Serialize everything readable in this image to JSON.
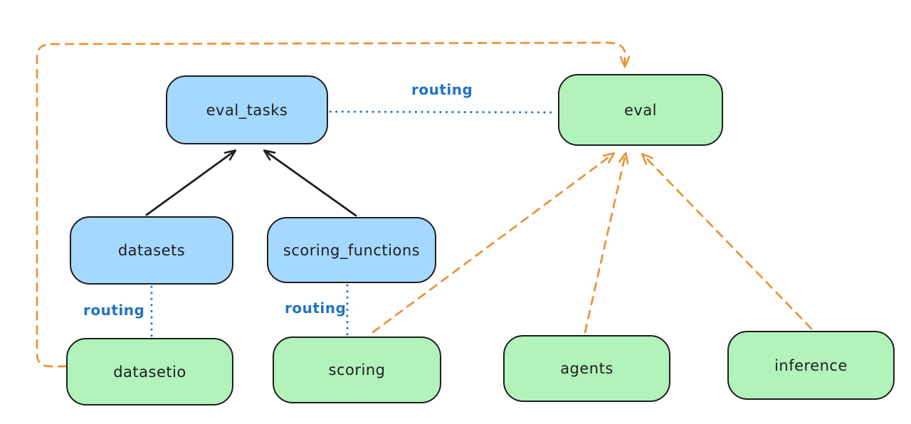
{
  "colors": {
    "background": "#ffffff",
    "node_stroke": "#1e1e1e",
    "blue_fill": "#a5d8ff",
    "green_fill": "#b2f2bb",
    "routing_blue": "#2173c4",
    "orange": "#eb9234"
  },
  "nodes": {
    "eval_tasks": {
      "label": "eval_tasks",
      "fill": "blue"
    },
    "eval": {
      "label": "eval",
      "fill": "green"
    },
    "datasets": {
      "label": "datasets",
      "fill": "blue"
    },
    "scoring_functions": {
      "label": "scoring_functions",
      "fill": "blue"
    },
    "datasetio": {
      "label": "datasetio",
      "fill": "green"
    },
    "scoring": {
      "label": "scoring",
      "fill": "green"
    },
    "agents": {
      "label": "agents",
      "fill": "green"
    },
    "inference": {
      "label": "inference",
      "fill": "green"
    }
  },
  "edges": [
    {
      "from": "datasets",
      "to": "eval_tasks",
      "style": "solid-arrow",
      "color": "black"
    },
    {
      "from": "scoring_functions",
      "to": "eval_tasks",
      "style": "solid-arrow",
      "color": "black"
    },
    {
      "from": "eval_tasks",
      "to": "eval",
      "style": "dotted-line",
      "color": "blue",
      "label": "routing"
    },
    {
      "from": "datasets",
      "to": "datasetio",
      "style": "dotted-line",
      "color": "blue",
      "label": "routing"
    },
    {
      "from": "scoring_functions",
      "to": "scoring",
      "style": "dotted-line",
      "color": "blue",
      "label": "routing"
    },
    {
      "from": "datasetio",
      "to": "eval",
      "style": "dashed-arrow",
      "color": "orange"
    },
    {
      "from": "scoring",
      "to": "eval",
      "style": "dashed-arrow",
      "color": "orange"
    },
    {
      "from": "agents",
      "to": "eval",
      "style": "dashed-arrow",
      "color": "orange"
    },
    {
      "from": "inference",
      "to": "eval",
      "style": "dashed-arrow",
      "color": "orange"
    }
  ]
}
